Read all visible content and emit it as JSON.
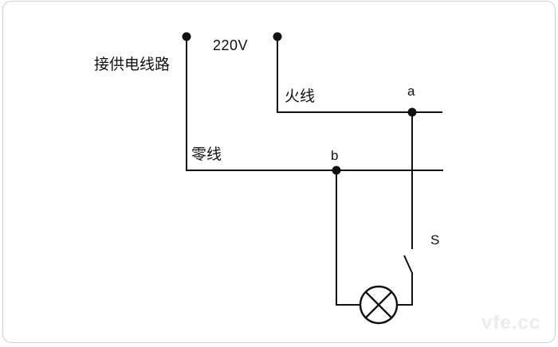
{
  "diagram": {
    "type": "circuit-schematic",
    "labels": {
      "supply_line": "接供电线路",
      "voltage": "220V",
      "live_wire": "火线",
      "neutral_wire": "零线",
      "point_a": "a",
      "point_b": "b",
      "switch": "S"
    },
    "components": [
      {
        "name": "supply-terminal-left",
        "kind": "terminal-dot"
      },
      {
        "name": "supply-terminal-right",
        "kind": "terminal-dot"
      },
      {
        "name": "junction-a",
        "kind": "terminal-dot"
      },
      {
        "name": "junction-b",
        "kind": "terminal-dot"
      },
      {
        "name": "switch-s",
        "kind": "open-knife-switch"
      },
      {
        "name": "lamp",
        "kind": "lamp-circle-x"
      }
    ],
    "watermark": "vfe.cc",
    "colors": {
      "line": "#111111",
      "background": "#ffffff",
      "frame_border": "#cccccc",
      "watermark": "#ececec"
    }
  }
}
